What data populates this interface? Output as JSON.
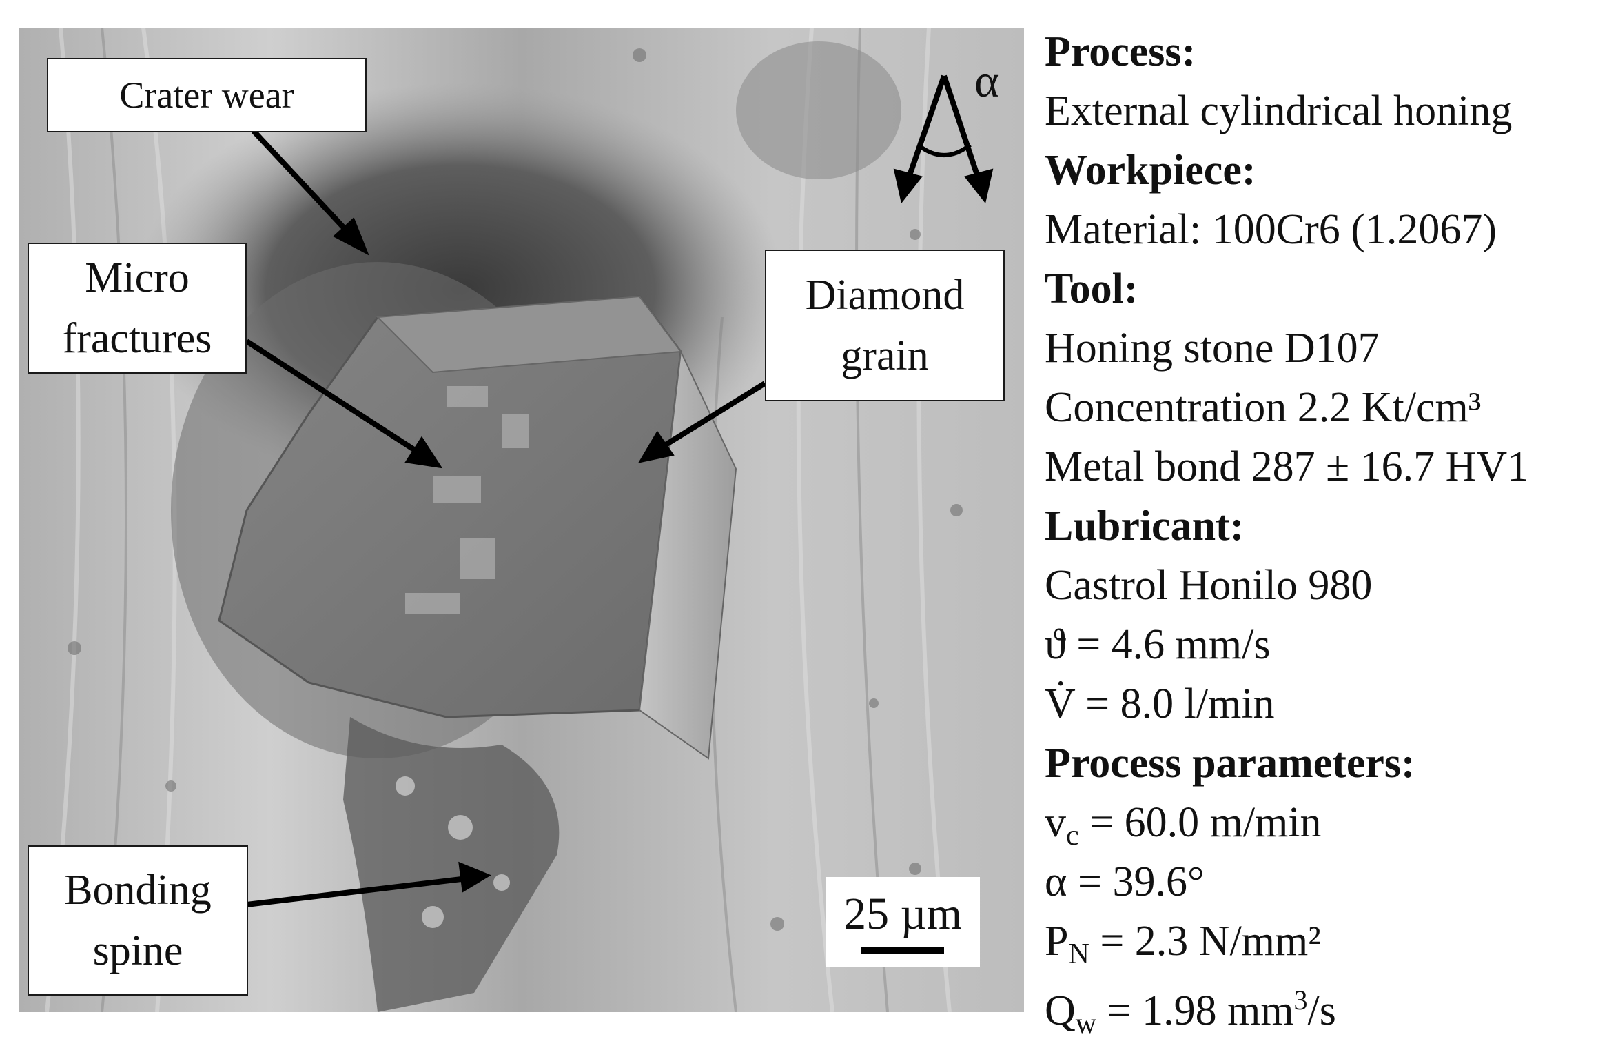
{
  "labels": {
    "crater_wear": "Crater wear",
    "micro_fractures": [
      "Micro",
      "fractures"
    ],
    "diamond_grain": [
      "Diamond",
      "grain"
    ],
    "bonding_spine": [
      "Bonding",
      "spine"
    ]
  },
  "scale_bar": "25 µm",
  "alpha_symbol": "α",
  "info": {
    "process_heading": "Process:",
    "process_value": "External cylindrical honing",
    "workpiece_heading": "Workpiece:",
    "workpiece_material": "Material: 100Cr6 (1.2067)",
    "tool_heading": "Tool:",
    "tool_stone": "Honing stone D107",
    "tool_concentration": "Concentration 2.2 Kt/cm³",
    "tool_bond": "Metal bond 287 ± 16.7 HV1",
    "lubricant_heading": "Lubricant:",
    "lubricant_name": "Castrol Honilo 980",
    "lubricant_viscosity": "ϑ = 4.6 mm/s",
    "lubricant_flow": "V̇ = 8.0 l/min",
    "params_heading": "Process parameters:",
    "vc_symbol": "v",
    "vc_sub": "c",
    "vc_value": " = 60.0 m/min",
    "alpha_param": "α  = 39.6°",
    "pn_symbol": "P",
    "pn_sub": "N",
    "pn_value": " = 2.3 N/mm²",
    "qw_symbol": "Q",
    "qw_sub": "w",
    "qw_value_a": " = 1.98 mm",
    "qw_sup": "3",
    "qw_value_b": "/s"
  },
  "colors": {
    "sem_base": "#9b9b9b",
    "sem_light": "#c8c8c8",
    "sem_dark": "#4a4a4a",
    "grain_face": "#7a7a7a",
    "grain_side": "#b5b5b5",
    "arrow": "#000000"
  }
}
